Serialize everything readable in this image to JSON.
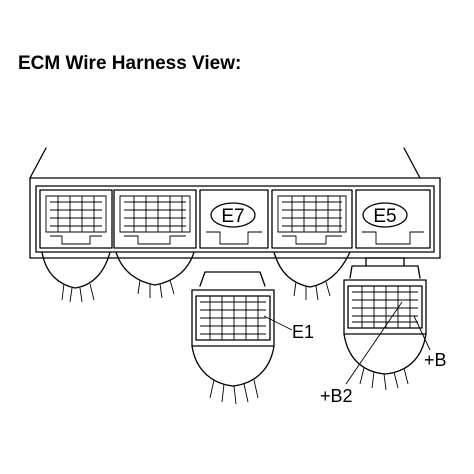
{
  "title": "ECM Wire Harness View:",
  "connectors": {
    "e7": "E7",
    "e5": "E5"
  },
  "pins": {
    "e1": "E1",
    "b": "+B",
    "b2": "+B2"
  }
}
